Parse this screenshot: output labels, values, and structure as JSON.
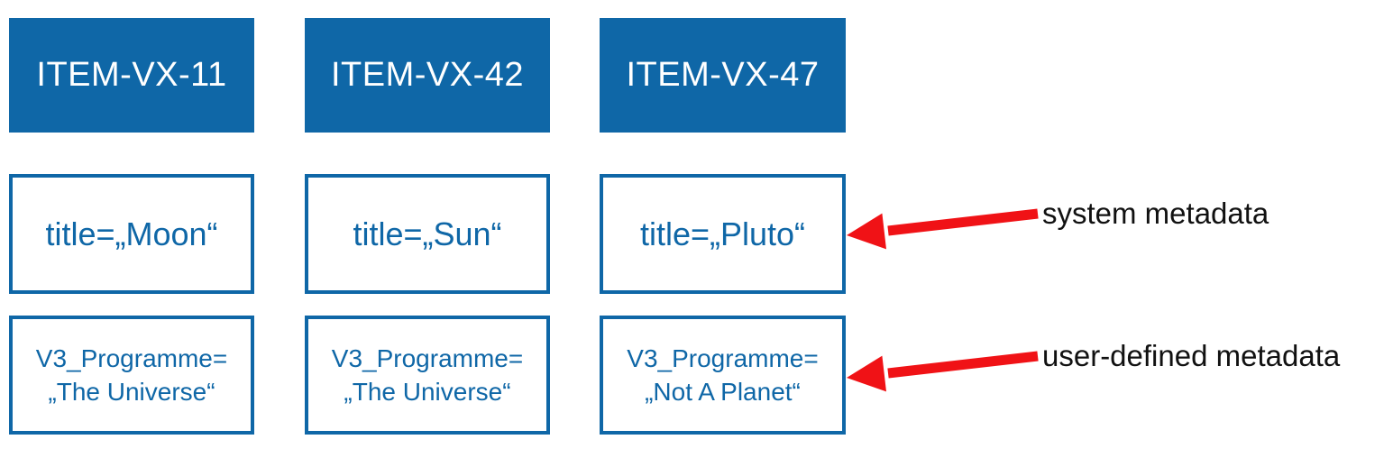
{
  "items": [
    {
      "id": "ITEM-VX-11",
      "system_metadata": "title=„Moon“",
      "user_metadata": {
        "line1": "V3_Programme=",
        "line2": "„The Universe“"
      }
    },
    {
      "id": "ITEM-VX-42",
      "system_metadata": "title=„Sun“",
      "user_metadata": {
        "line1": "V3_Programme=",
        "line2": "„The Universe“"
      }
    },
    {
      "id": "ITEM-VX-47",
      "system_metadata": "title=„Pluto“",
      "user_metadata": {
        "line1": "V3_Programme=",
        "line2": "„Not A Planet“"
      }
    }
  ],
  "annotations": {
    "system": "system metadata",
    "user": "user-defined metadata"
  },
  "colors": {
    "box_blue": "#0F67A7",
    "arrow_red": "#F01216",
    "annotation_text": "#111111"
  }
}
